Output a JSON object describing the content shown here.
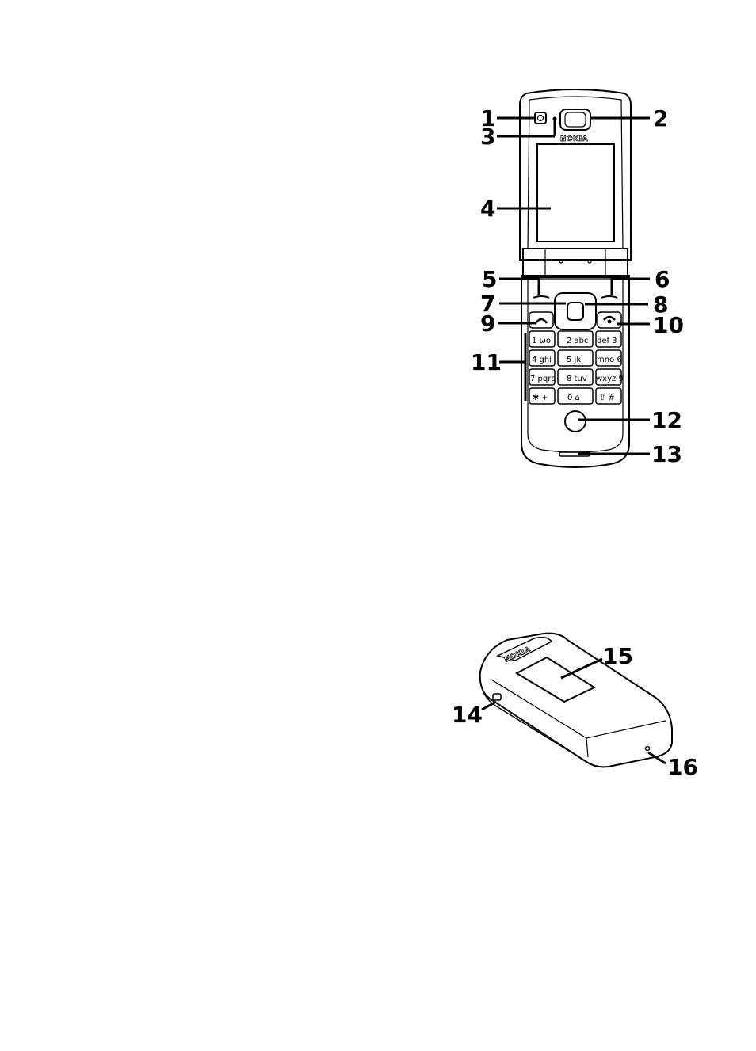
{
  "open_phone": {
    "brand": "NOKIA",
    "keypad": [
      {
        "name": "key-1",
        "label": "1 ωo"
      },
      {
        "name": "key-2",
        "label": "2 abc"
      },
      {
        "name": "key-3",
        "label": "def 3"
      },
      {
        "name": "key-4",
        "label": "4 ghi"
      },
      {
        "name": "key-5",
        "label": "5 jkl"
      },
      {
        "name": "key-6",
        "label": "mno 6"
      },
      {
        "name": "key-7",
        "label": "7 pqrs"
      },
      {
        "name": "key-8",
        "label": "8 tuv"
      },
      {
        "name": "key-9",
        "label": "wxyz 9"
      },
      {
        "name": "key-star",
        "label": "✱ +"
      },
      {
        "name": "key-0",
        "label": "0 ⌂"
      },
      {
        "name": "key-hash",
        "label": "⇧ #"
      }
    ]
  },
  "closed_phone": {
    "brand": "NOKIA"
  },
  "callouts": [
    {
      "id": "callout-1",
      "label": "1"
    },
    {
      "id": "callout-2",
      "label": "2"
    },
    {
      "id": "callout-3",
      "label": "3"
    },
    {
      "id": "callout-4",
      "label": "4"
    },
    {
      "id": "callout-5",
      "label": "5"
    },
    {
      "id": "callout-6",
      "label": "6"
    },
    {
      "id": "callout-7",
      "label": "7"
    },
    {
      "id": "callout-8",
      "label": "8"
    },
    {
      "id": "callout-9",
      "label": "9"
    },
    {
      "id": "callout-10",
      "label": "10"
    },
    {
      "id": "callout-11",
      "label": "11"
    },
    {
      "id": "callout-12",
      "label": "12"
    },
    {
      "id": "callout-13",
      "label": "13"
    },
    {
      "id": "callout-14",
      "label": "14"
    },
    {
      "id": "callout-15",
      "label": "15"
    },
    {
      "id": "callout-16",
      "label": "16"
    }
  ]
}
